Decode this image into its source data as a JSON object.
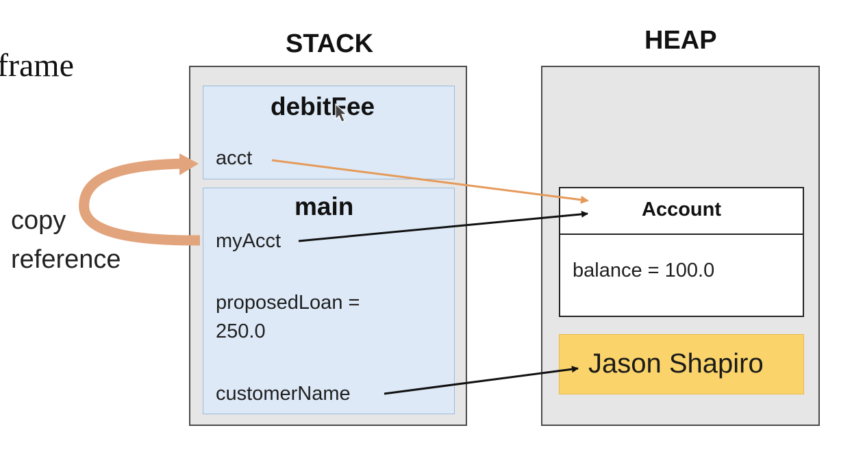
{
  "slide": {
    "frame_word": "frame",
    "stack_title": "STACK",
    "heap_title": "HEAP",
    "copy_label": [
      "copy",
      "reference"
    ]
  },
  "stack": {
    "frames": [
      {
        "name": "debitFee",
        "vars": [
          "acct"
        ]
      },
      {
        "name": "main",
        "vars": [
          "myAcct",
          "proposedLoan = 250.0",
          "customerName"
        ]
      }
    ]
  },
  "heap": {
    "account": {
      "title": "Account",
      "field": "balance = 100.0"
    },
    "string_object": "Jason Shapiro"
  },
  "colors": {
    "stack_bg": "#e6e6e6",
    "frame_bg": "#dde9f7",
    "string_bg": "#fad46a",
    "copy_arrow": "#e2a47c",
    "ref_arrow_orange": "#e59a5a",
    "ref_arrow_black": "#111111"
  },
  "icons": [
    "mouse-cursor-icon"
  ]
}
